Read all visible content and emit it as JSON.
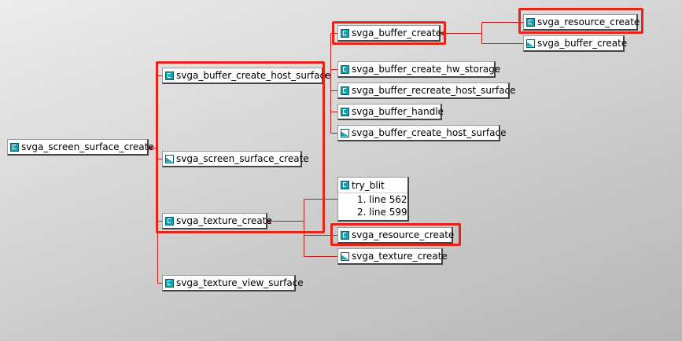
{
  "nodes": {
    "root": {
      "label": "svga_screen_surface_create",
      "icon": "definition-icon"
    },
    "host_surface": {
      "label": "svga_buffer_create_host_surface",
      "icon": "definition-icon"
    },
    "screen_surface_decl": {
      "label": "svga_screen_surface_create",
      "icon": "declaration-icon"
    },
    "texture_create": {
      "label": "svga_texture_create",
      "icon": "definition-icon"
    },
    "texture_view_surface": {
      "label": "svga_texture_view_surface",
      "icon": "definition-icon"
    },
    "buffer_create": {
      "label": "svga_buffer_create",
      "icon": "definition-icon"
    },
    "hw_storage": {
      "label": "svga_buffer_create_hw_storage",
      "icon": "definition-icon"
    },
    "recreate_host_surface": {
      "label": "svga_buffer_recreate_host_surface",
      "icon": "definition-icon"
    },
    "buffer_handle": {
      "label": "svga_buffer_handle",
      "icon": "definition-icon"
    },
    "host_surface_decl": {
      "label": "svga_buffer_create_host_surface",
      "icon": "declaration-icon"
    },
    "resource_create_top": {
      "label": "svga_resource_create",
      "icon": "definition-icon"
    },
    "buffer_create_decl": {
      "label": "svga_buffer_create",
      "icon": "declaration-icon"
    },
    "try_blit": {
      "label": "try_blit",
      "icon": "definition-icon",
      "lines": [
        "1. line 562",
        "2. line 599"
      ]
    },
    "resource_create_bottom": {
      "label": "svga_resource_create",
      "icon": "definition-icon"
    },
    "texture_create_decl": {
      "label": "svga_texture_create",
      "icon": "declaration-icon"
    }
  },
  "colors": {
    "connector": "#c0201a",
    "highlight": "#e8231a",
    "icon_fill": "#11a7b5"
  }
}
